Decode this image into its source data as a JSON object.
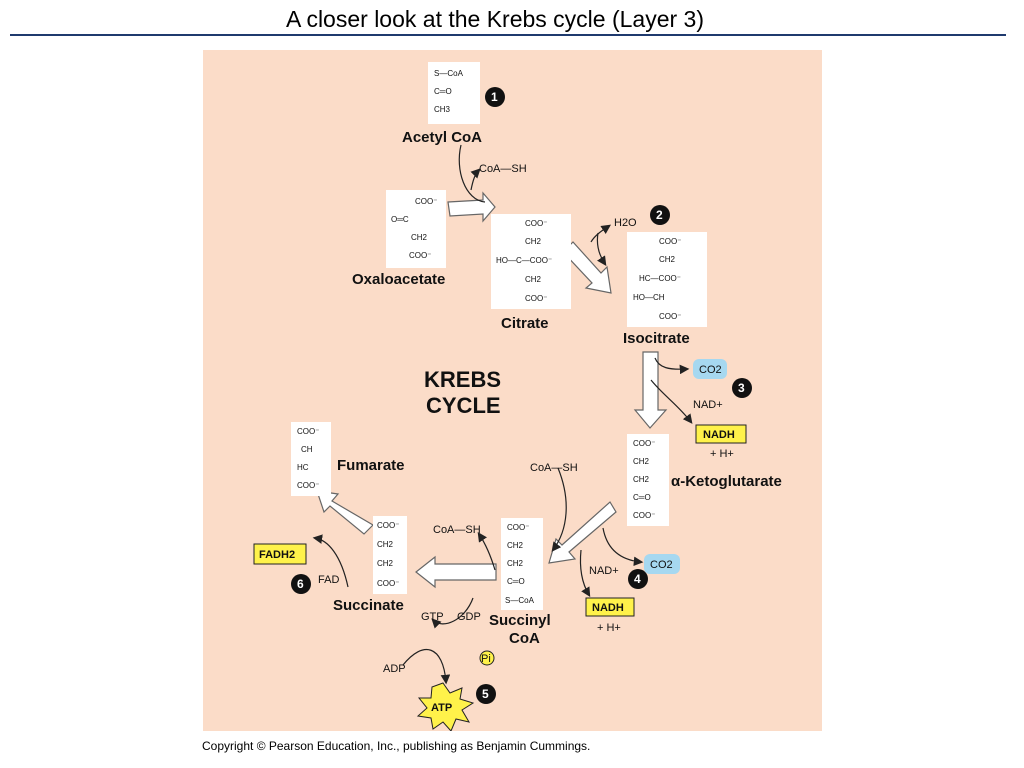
{
  "title": "A closer look at the Krebs cycle (Layer 3)",
  "copyright": "Copyright © Pearson Education, Inc., publishing as Benjamin Cummings.",
  "cycle_label": {
    "line1": "KREBS",
    "line2": "CYCLE"
  },
  "colors": {
    "figure_bg": "#fbdcc8",
    "carbon_pink": "#e0107a",
    "carbon_blue": "#1aa3d9",
    "highlight_yellow": "#fff24a",
    "co2_blue": "#a6d8f0"
  },
  "molecules": {
    "acetyl_coa": {
      "name": "Acetyl CoA",
      "lines": [
        "S—CoA",
        "C═O",
        "CH3"
      ]
    },
    "oxaloacetate": {
      "name": "Oxaloacetate",
      "lines": [
        "COO⁻",
        "O═C",
        "CH2",
        "COO⁻"
      ]
    },
    "citrate": {
      "name": "Citrate",
      "lines": [
        "COO⁻",
        "CH2",
        "HO—C—COO⁻",
        "CH2",
        "COO⁻"
      ]
    },
    "isocitrate": {
      "name": "Isocitrate",
      "lines": [
        "COO⁻",
        "CH2",
        "HC—COO⁻",
        "HO—CH",
        "COO⁻"
      ]
    },
    "ketoglutarate": {
      "name": "α-Ketoglutarate",
      "lines": [
        "COO⁻",
        "CH2",
        "CH2",
        "C═O",
        "COO⁻"
      ]
    },
    "succinyl_coa": {
      "name_line1": "Succinyl",
      "name_line2": "CoA",
      "lines": [
        "COO⁻",
        "CH2",
        "CH2",
        "C═O",
        "S—CoA"
      ]
    },
    "succinate": {
      "name": "Succinate",
      "lines": [
        "COO⁻",
        "CH2",
        "CH2",
        "COO⁻"
      ]
    },
    "fumarate": {
      "name": "Fumarate",
      "lines": [
        "COO⁻",
        "CH",
        "HC",
        "COO⁻"
      ]
    }
  },
  "side_labels": {
    "coa_sh_1": "CoA—SH",
    "h2o": "H2O",
    "co2_a": "CO2",
    "nad_a": "NAD+",
    "nadh_a": "NADH",
    "h_a": "+ H+",
    "coa_sh_2": "CoA—SH",
    "coa_sh_3": "CoA—SH",
    "co2_b": "CO2",
    "nad_b": "NAD+",
    "nadh_b": "NADH",
    "h_b": "+ H+",
    "gtp": "GTP",
    "gdp": "GDP",
    "pi": "Pi",
    "adp": "ADP",
    "atp": "ATP",
    "fadh2": "FADH2",
    "fad": "FAD"
  },
  "steps": [
    "1",
    "2",
    "3",
    "4",
    "5",
    "6"
  ]
}
